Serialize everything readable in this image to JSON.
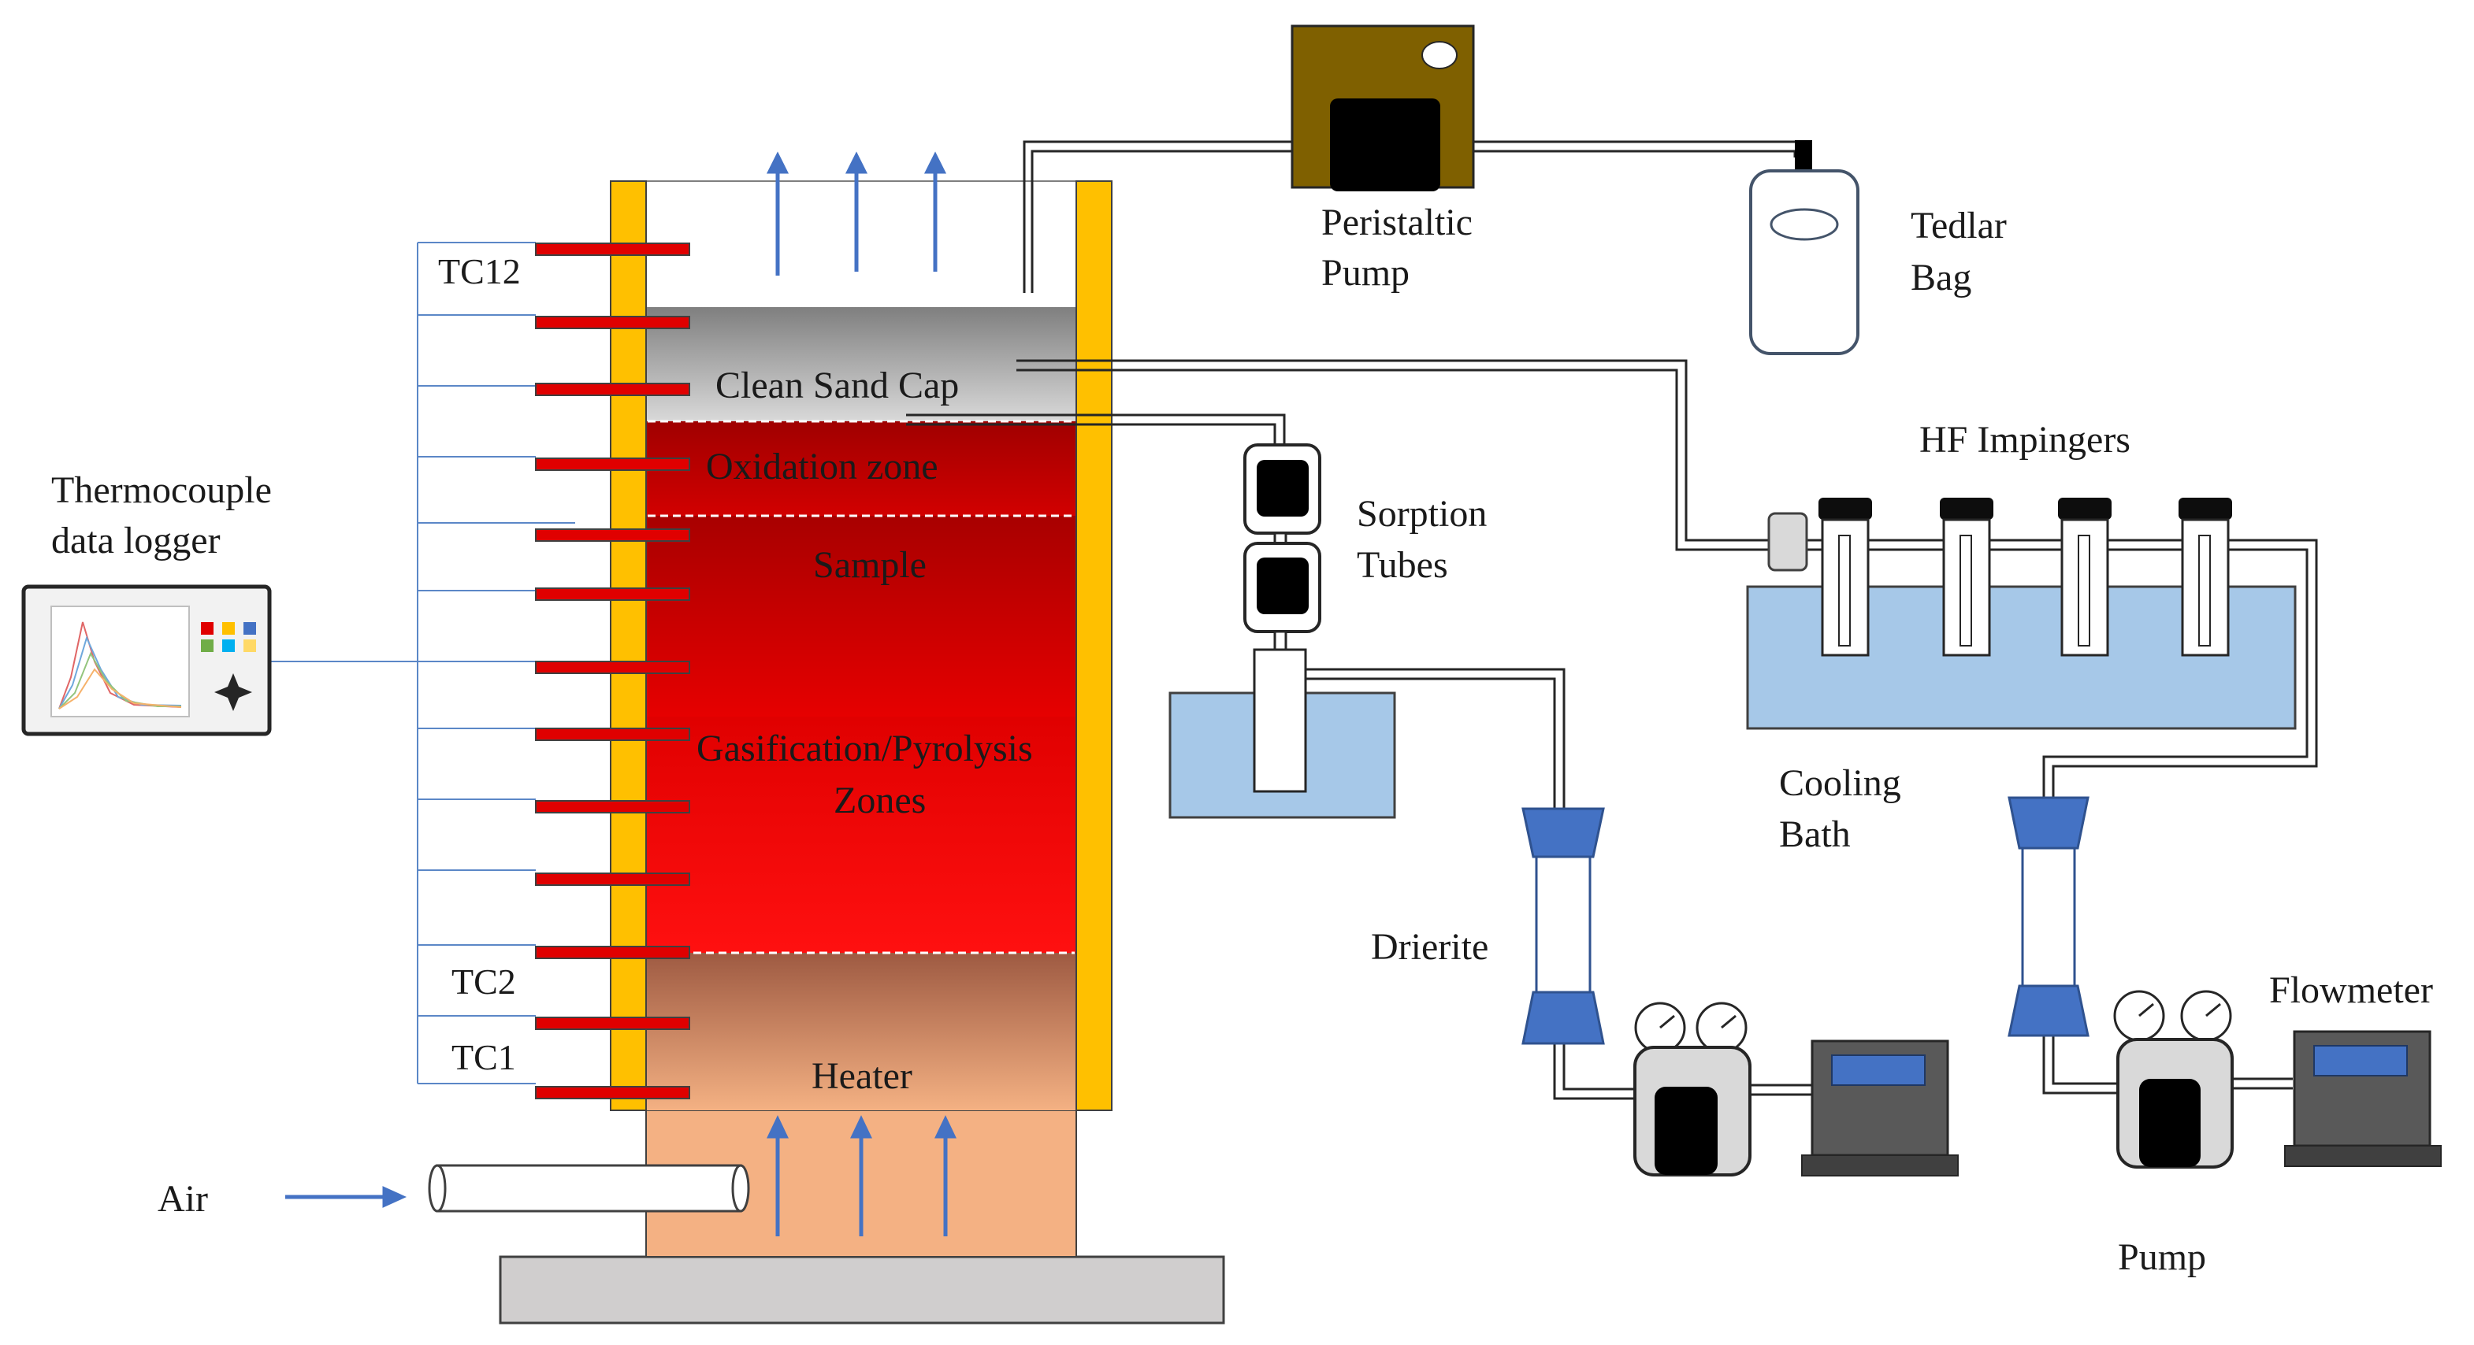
{
  "labels": {
    "tc12": "TC12",
    "tc2": "TC2",
    "tc1": "TC1",
    "logger_line1": "Thermocouple",
    "logger_line2": "data logger",
    "air": "Air",
    "clean_sand_cap": "Clean Sand Cap",
    "oxidation_zone": "Oxidation zone",
    "sample": "Sample",
    "gasification_line1": "Gasification/Pyrolysis",
    "gasification_line2": "Zones",
    "heater": "Heater",
    "peristaltic_line1": "Peristaltic",
    "peristaltic_line2": "Pump",
    "tedlar_line1": "Tedlar",
    "tedlar_line2": "Bag",
    "sorption_line1": "Sorption",
    "sorption_line2": "Tubes",
    "hf_impingers": "HF Impingers",
    "cooling_line1": "Cooling",
    "cooling_line2": "Bath",
    "drierite": "Drierite",
    "flowmeter": "Flowmeter",
    "pump": "Pump"
  },
  "colors": {
    "wall": "#ffc000",
    "thermocouple": "#e00000",
    "arrow": "#4472c4",
    "sand": "#a6a6a6",
    "oxidation": "#b00000",
    "sample": "#c00000",
    "gasification": "#ee0000",
    "heater": "#f4b183",
    "base": "#d0cece",
    "water": "#a6c8e8",
    "pump_body": "#7f6000",
    "drierite_cap": "#4472c4",
    "meter_body": "#595959",
    "meter_screen": "#4472c4"
  },
  "icons": {
    "logger": "data-logger-icon",
    "pump": "pump-icon",
    "flowmeter": "flowmeter-icon"
  }
}
